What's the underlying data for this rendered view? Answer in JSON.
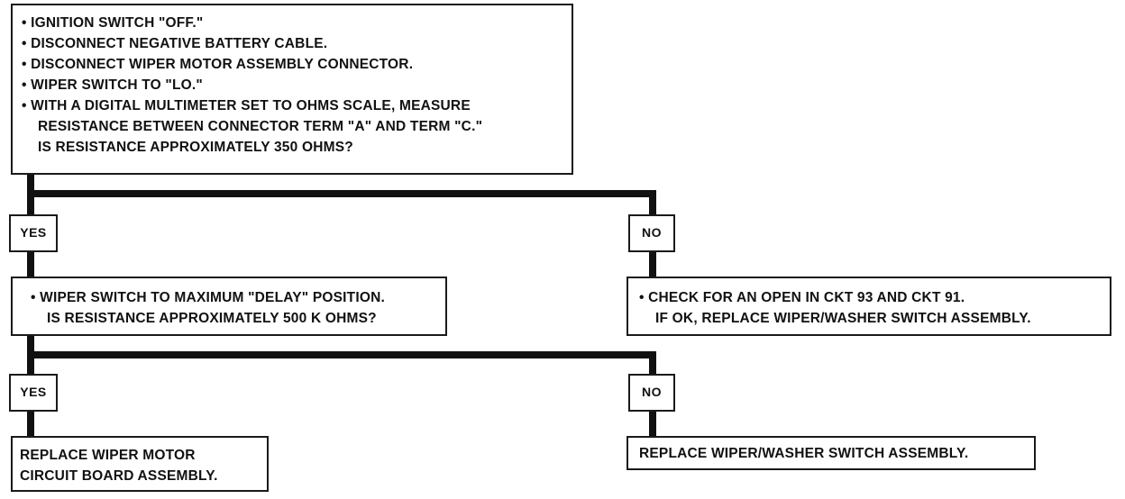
{
  "steps": {
    "step1": {
      "lines": [
        "• IGNITION SWITCH \"OFF.\"",
        "• DISCONNECT NEGATIVE BATTERY CABLE.",
        "• DISCONNECT WIPER MOTOR ASSEMBLY CONNECTOR.",
        "• WIPER SWITCH TO \"LO.\"",
        "• WITH A DIGITAL MULTIMETER SET TO OHMS SCALE, MEASURE",
        "RESISTANCE BETWEEN CONNECTOR TERM \"A\" AND TERM \"C.\"",
        "IS RESISTANCE APPROXIMATELY 350 OHMS?"
      ]
    },
    "step2": {
      "lines": [
        "• WIPER SWITCH TO MAXIMUM \"DELAY\" POSITION.",
        "IS RESISTANCE APPROXIMATELY 500 K OHMS?"
      ]
    },
    "step3": {
      "lines": [
        "• CHECK FOR AN OPEN IN CKT 93 AND CKT 91.",
        "IF OK, REPLACE WIPER/WASHER SWITCH ASSEMBLY."
      ]
    },
    "step4": {
      "lines": [
        "REPLACE WIPER MOTOR",
        "CIRCUIT BOARD ASSEMBLY."
      ]
    },
    "step5": {
      "lines": [
        "REPLACE WIPER/WASHER SWITCH ASSEMBLY."
      ]
    }
  },
  "labels": {
    "yes1": "YES",
    "no1": "NO",
    "yes2": "YES",
    "no2": "NO"
  }
}
